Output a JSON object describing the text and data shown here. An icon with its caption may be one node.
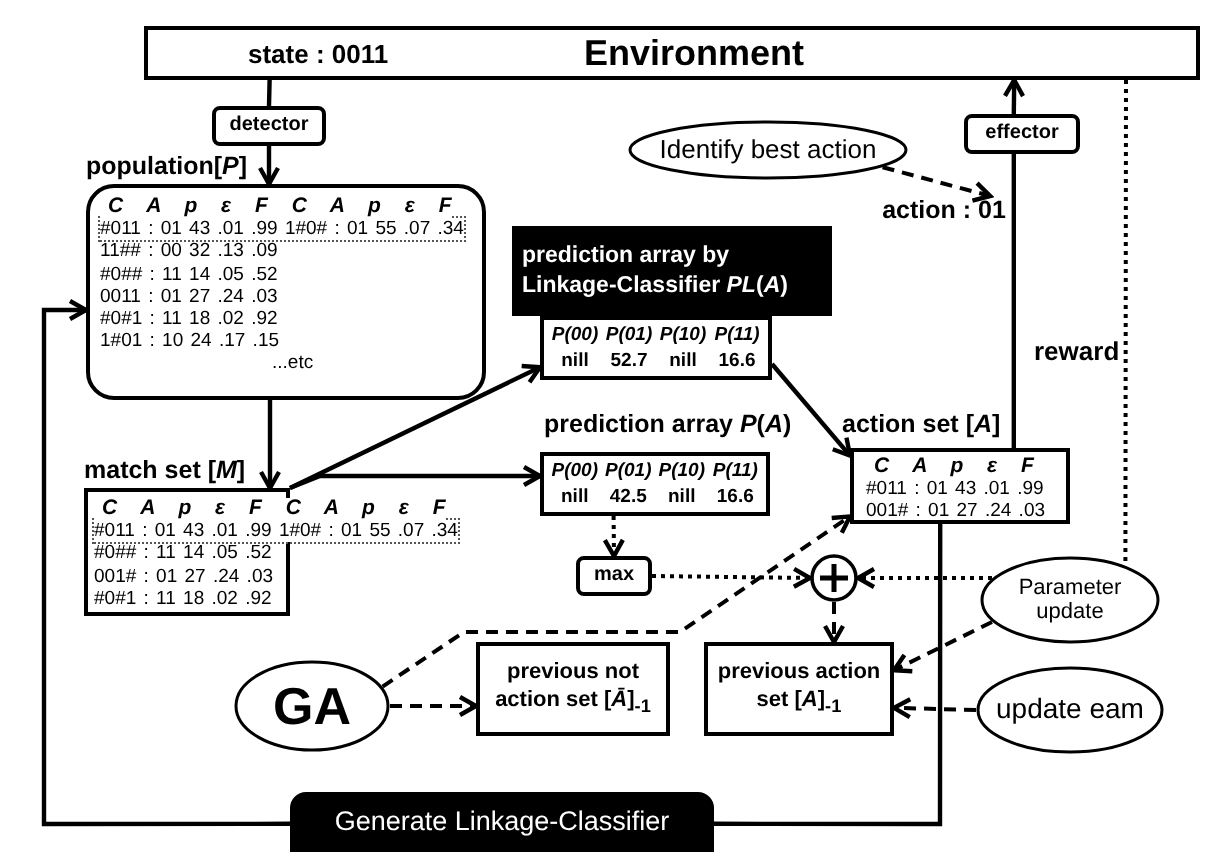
{
  "diagram": {
    "nodes": [
      {
        "text": [
          "state : 0011",
          "Environment"
        ]
      },
      {
        "text": [
          "detector"
        ]
      },
      {
        "text": [
          "effector"
        ]
      },
      {
        "text": [
          "Identify best action"
        ]
      },
      {
        "text": [
          "population[*P*]",
          "C A p ε F C A p ε F",
          "#011 : 01 43 .01 .99 1#0# : 01 55 .07 .34",
          "11## : 00 32 .13 .09",
          "#0## : 11 14 .05 .52",
          "0011 : 01 27 .24 .03",
          "#0#1 : 11 18 .02 .92",
          "1#01 : 10 24 .17 .15",
          "...etc"
        ]
      },
      {
        "text": [
          "prediction array by Linkage-Classifier *PL*(*A*)"
        ]
      },
      {
        "text": [
          "P(00)",
          "P(01)",
          "P(10)",
          "P(11)",
          "nill",
          "52.7",
          "nill",
          "16.6"
        ]
      },
      {
        "text": [
          "prediction array *P*(*A*)",
          "P(00)",
          "P(01)",
          "P(10)",
          "P(11)",
          "nill",
          "42.5",
          "nill",
          "16.6"
        ]
      },
      {
        "text": [
          "match set [*M*]",
          "C A p ε F C A p ε F",
          "#011 : 01 43 .01 .99 1#0# : 01 55 .07 .34",
          "#0## : 11 14 .05 .52",
          "001# : 01 27 .24 .03",
          "#0#1 : 11 18 .02 .92"
        ]
      },
      {
        "text": [
          "max"
        ]
      },
      {
        "text": [],
        "shape": "circle"
      },
      {
        "text": [
          "action set [*A*]",
          "C A p ε F",
          "#011 : 01 43 .01 .99",
          "001# : 01 27 .24 .03"
        ]
      },
      {
        "text": [
          "Parameter update"
        ]
      },
      {
        "text": [
          "GA"
        ]
      },
      {
        "text": [
          "previous not action set [*Ā*]$_{-1}$"
        ]
      },
      {
        "text": [
          "previous action set [*A*]$_{-1}$"
        ]
      },
      {
        "text": [
          "update eam"
        ]
      },
      {
        "text": [
          "Generate Linkage-Classifier"
        ]
      },
      {
        "text": [
          "action : 01"
        ]
      }
    ],
    "edges": [
      {
        "from": 0,
        "to": 1,
        "arrow": "none"
      },
      {
        "from": 1,
        "to": 4,
        "arrow": "to"
      },
      {
        "from": 4,
        "to": 8,
        "arrow": "to"
      },
      {
        "from": 8,
        "to": 6,
        "arrow": "to"
      },
      {
        "from": 8,
        "to": 7,
        "arrow": "to"
      },
      {
        "from": 6,
        "to": 11,
        "arrow": "to"
      },
      {
        "from": 7,
        "to": 9,
        "arrow": "to",
        "style": "dashed"
      },
      {
        "from": 9,
        "to": 10,
        "arrow": "to",
        "style": "dashed"
      },
      {
        "from": 12,
        "to": 10,
        "arrow": "to",
        "style": "dashed"
      },
      {
        "from": 10,
        "to": 15,
        "arrow": "to",
        "style": "dashed"
      },
      {
        "from": 12,
        "to": 15,
        "arrow": "to",
        "style": "dashed"
      },
      {
        "from": 16,
        "to": 15,
        "arrow": "to",
        "style": "dashed"
      },
      {
        "from": 13,
        "to": 14,
        "arrow": "to",
        "style": "dashed"
      },
      {
        "from": 13,
        "to": 11,
        "arrow": "to",
        "style": "dashed"
      },
      {
        "from": 11,
        "to": 2,
        "arrow": "none"
      },
      {
        "from": 2,
        "to": 0,
        "arrow": "to"
      },
      {
        "from": 3,
        "to": 18,
        "arrow": "to",
        "style": "dashed"
      },
      {
        "from": 0,
        "to": 12,
        "arrow": "none",
        "style": "dashed",
        "label": "reward"
      },
      {
        "from": 11,
        "to": 17,
        "arrow": "none"
      },
      {
        "from": 17,
        "to": 4,
        "arrow": "to"
      }
    ]
  }
}
